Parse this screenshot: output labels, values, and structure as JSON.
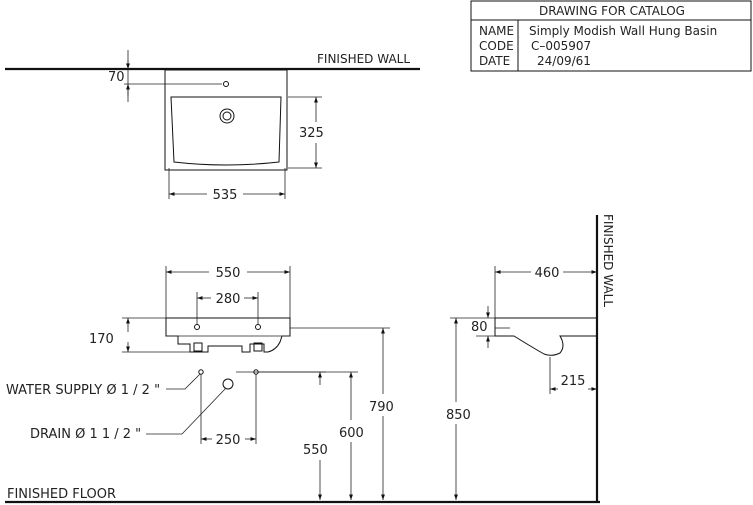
{
  "title_block": {
    "heading": "DRAWING  FOR  CATALOG",
    "rows": [
      {
        "label": "NAME",
        "value": "Simply  Modish  Wall  Hung  Basin"
      },
      {
        "label": "CODE",
        "value": "C–005907"
      },
      {
        "label": "DATE",
        "value": "24/09/61"
      }
    ]
  },
  "plan_view": {
    "wall_label": "FINISHED WALL",
    "dim_tap_offset": "70",
    "dim_depth": "325",
    "dim_width": "535"
  },
  "front_view": {
    "dim_width": "550",
    "dim_mount_spacing": "280",
    "dim_height": "170",
    "water_supply_label": "WATER SUPPLY  Ø 1 / 2 \"",
    "drain_label": "DRAIN  Ø 1 1 / 2 \"",
    "dim_supply_spacing": "250",
    "dim_supply_height": "550",
    "dim_drain_height": "600",
    "dim_rim_height": "790",
    "floor_label": "FINISHED FLOOR"
  },
  "side_view": {
    "wall_label": "FINISHED WALL",
    "dim_projection": "460",
    "dim_rim_thickness": "80",
    "dim_bowl_offset": "215",
    "dim_overall_height": "850"
  }
}
